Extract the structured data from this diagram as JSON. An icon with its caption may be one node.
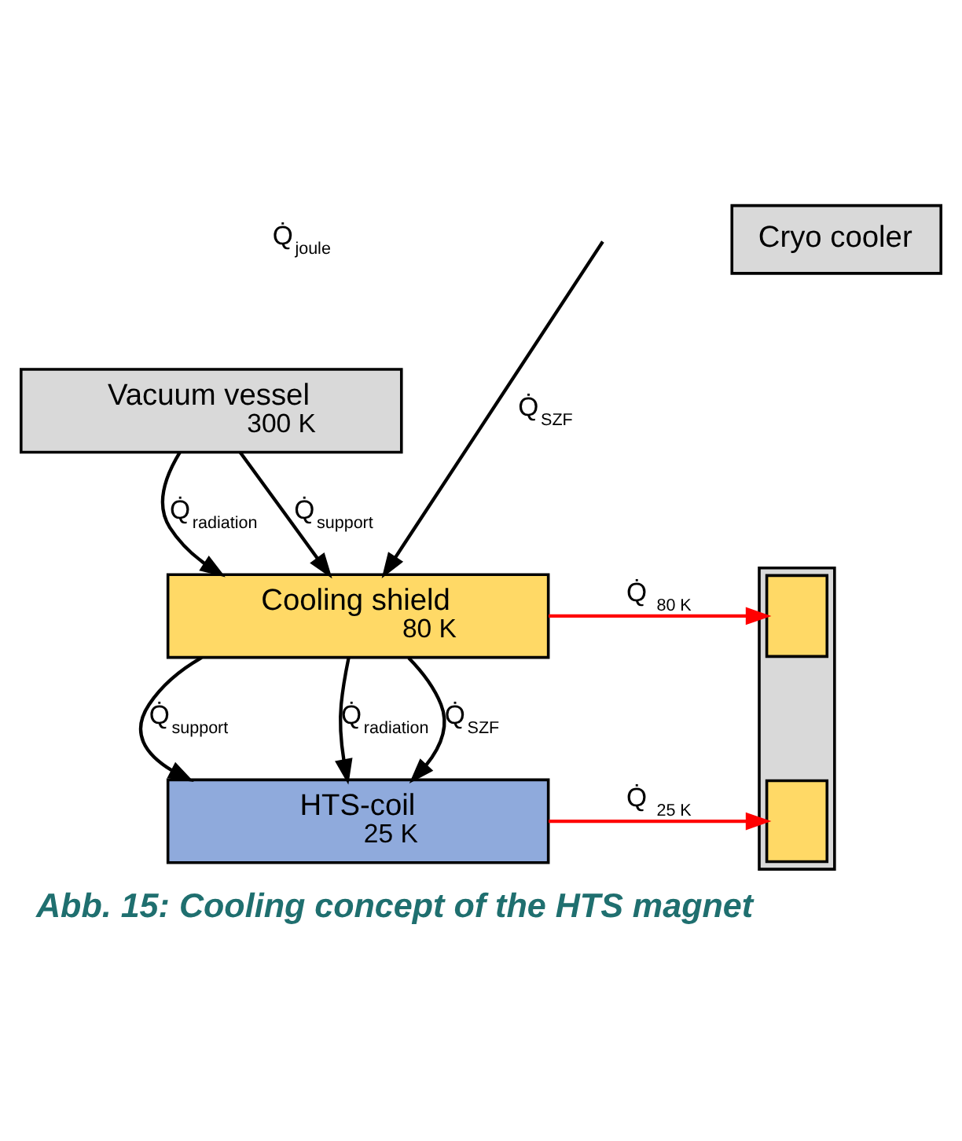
{
  "diagram": {
    "caption": "Abb. 15: Cooling concept of the HTS magnet",
    "nodes": [
      {
        "text": [
          "Vacuum vessel",
          "300 K"
        ]
      },
      {
        "text": [
          "Cooling shield",
          "80 K"
        ]
      },
      {
        "text": [
          "HTS-coil",
          "25 K"
        ]
      },
      {
        "text": [
          "Cryo cooler"
        ]
      },
      {
        "text": [],
        "shape": "bar"
      },
      {
        "text": [],
        "shape": "box",
        "in": 4
      },
      {
        "text": [],
        "shape": "box",
        "in": 4
      }
    ],
    "edges": [
      {
        "from": 0,
        "to": 1,
        "arrow": "to",
        "label": "Q̇$_{support}$"
      },
      {
        "from": 0,
        "to": 1,
        "arrow": "to",
        "label": "Q̇$_{radiation}$"
      },
      {
        "from": null,
        "to": 1,
        "arrow": "to",
        "label": "Q̇$_{SZF}$"
      },
      {
        "from": 1,
        "to": 2,
        "arrow": "to",
        "label": "Q̇$_{support}$"
      },
      {
        "from": 1,
        "to": 2,
        "arrow": "to",
        "label": "Q̇$_{radiation}$"
      },
      {
        "from": 1,
        "to": 2,
        "arrow": "to",
        "label": "Q̇$_{SZF}$"
      },
      {
        "from": 1,
        "to": 5,
        "arrow": "to",
        "label": "Q̇ $_{80 K}$",
        "color": "#ff0000"
      },
      {
        "from": 2,
        "to": 6,
        "arrow": "to",
        "label": "Q̇ $_{25 K}$",
        "color": "#ff0000"
      }
    ],
    "labels": [
      "Q̇$_{joule}$"
    ]
  }
}
